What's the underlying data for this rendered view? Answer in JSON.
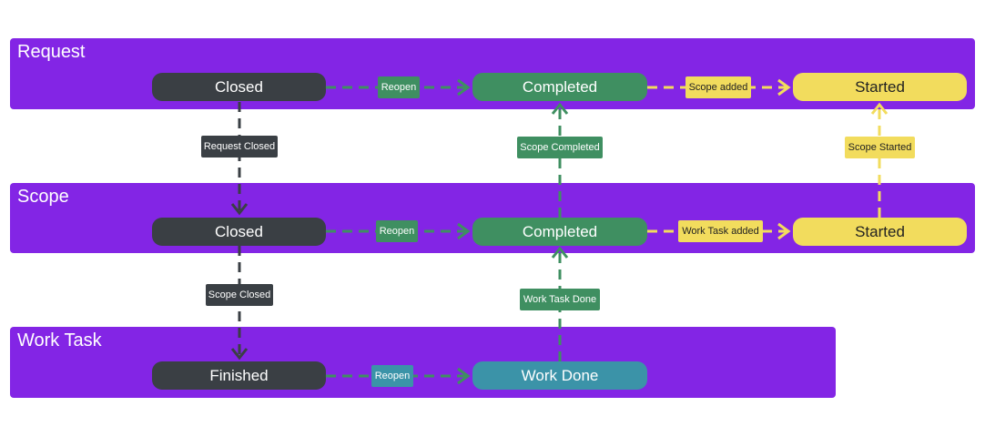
{
  "lanes": [
    {
      "id": "request",
      "title": "Request"
    },
    {
      "id": "scope",
      "title": "Scope"
    },
    {
      "id": "work_task",
      "title": "Work Task"
    }
  ],
  "states": {
    "request_closed": "Closed",
    "request_completed": "Completed",
    "request_started": "Started",
    "scope_closed": "Closed",
    "scope_completed": "Completed",
    "scope_started": "Started",
    "task_finished": "Finished",
    "task_work_done": "Work Done"
  },
  "transitions": {
    "request_reopen": "Reopen",
    "request_scope_added": "Scope added",
    "scope_reopen": "Reopen",
    "scope_work_task_added": "Work Task added",
    "task_reopen": "Reopen",
    "request_closed": "Request Closed",
    "scope_closed": "Scope Closed",
    "scope_completed": "Scope Completed",
    "work_task_done": "Work Task Done",
    "scope_started": "Scope Started"
  },
  "colors": {
    "lane": "#8325e5",
    "closed": "#3a3f44",
    "completed": "#3f8f61",
    "started": "#f2dc5d",
    "work_done": "#3b93a8"
  }
}
